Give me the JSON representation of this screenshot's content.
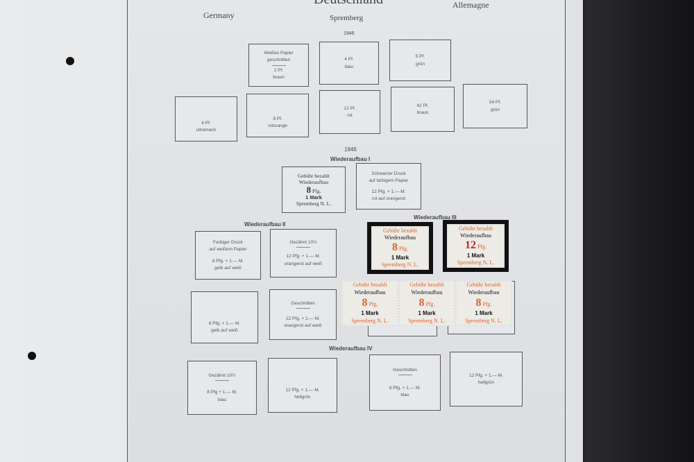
{
  "header": {
    "title_partial": "Deutschland",
    "left": "Germany",
    "right": "Allemagne",
    "subtitle": "Spremberg"
  },
  "section1": {
    "year": "1946",
    "boxes": [
      {
        "header": "Weißes Papier",
        "sub": "geschnitten",
        "value": "2 Pf.",
        "color": "braun"
      },
      {
        "value": "4 Pf.",
        "color": "blau"
      },
      {
        "value": "5 Pf.",
        "color": "grün"
      },
      {
        "value": "6 Pf.",
        "color": "ultramarin"
      },
      {
        "value": "8 Pf.",
        "color": "rotorange"
      },
      {
        "value": "12 Pf.",
        "color": "rot"
      },
      {
        "value": "42 Pf.",
        "color": "braun"
      },
      {
        "value": "54 Pf.",
        "color": "grün"
      }
    ]
  },
  "section2": {
    "year": "1946",
    "title": "Wiederaufbau I",
    "printed_stamp": {
      "line1": "Gebühr bezahlt",
      "line2": "Wiederaufbau",
      "value": "8",
      "unit": "Pfg.",
      "mark": "1 Mark",
      "place": "Spremberg N. L."
    },
    "box2": {
      "header": "Schwarzer Druck",
      "header2": "auf farbigem Papier",
      "value": "12 Pfg. + 1.— M.",
      "color": "rot auf orangerot"
    }
  },
  "section3": {
    "title": "Wiederaufbau II",
    "boxes": [
      {
        "header": "Farbiger Druck",
        "header2": "auf weißem Papier",
        "value": "8 Pfg. + 1.— M.",
        "color": "gelb auf weiß"
      },
      {
        "header": "Gezähnt 10½",
        "value": "12 Pfg. + 1.— M.",
        "color": "orangerot auf weiß"
      },
      {
        "value": "8 Pfg. + 1.— M.",
        "color": "gelb auf weiß"
      },
      {
        "header": "Geschnitten",
        "value": "12 Pfg. + 1.— M.",
        "color": "orangerot auf weiß"
      }
    ]
  },
  "section4": {
    "title": "Wiederaufbau III",
    "stamps": [
      {
        "line1": "Gebühr bezahlt",
        "line2": "Wiederaufbau",
        "value": "8",
        "unit": "Pfg.",
        "mark": "1 Mark",
        "place": "Spremberg N. L."
      },
      {
        "line1": "Gebühr bezahlt",
        "line2": "Wiederaufbau",
        "value": "12",
        "unit": "Pfg.",
        "mark": "1 Mark",
        "place": "Spremberg N. L."
      }
    ],
    "strip": [
      {
        "line1": "Gebühr bezahlt",
        "line2": "Wiederaufbau",
        "value": "8",
        "unit": "Pfg.",
        "mark": "1 Mark",
        "place": "Spremberg N. L."
      },
      {
        "line1": "Gebühr bezahlt",
        "line2": "Wiederaufbau",
        "value": "8",
        "unit": "Pfg.",
        "mark": "1 Mark",
        "place": "Spremberg N. L."
      },
      {
        "line1": "Gebühr bezahlt",
        "line2": "Wiederaufbau",
        "value": "8",
        "unit": "Pfg.",
        "mark": "1 Mark",
        "place": "Spremberg N. L."
      }
    ]
  },
  "section5": {
    "title": "Wiederaufbau IV",
    "boxes": [
      {
        "header": "Gezähnt 10½",
        "value": "8 Pfg + 1.— M.",
        "color": "blau"
      },
      {
        "value": "12 Pfg. + 1.— M.",
        "color": "hellgrün"
      },
      {
        "header": "Geschnitten",
        "value": "8 Pfg. + 1.— M.",
        "color": "blau"
      },
      {
        "value": "12 Pfg. + 1.— M.",
        "color": "hellgrün"
      }
    ]
  }
}
